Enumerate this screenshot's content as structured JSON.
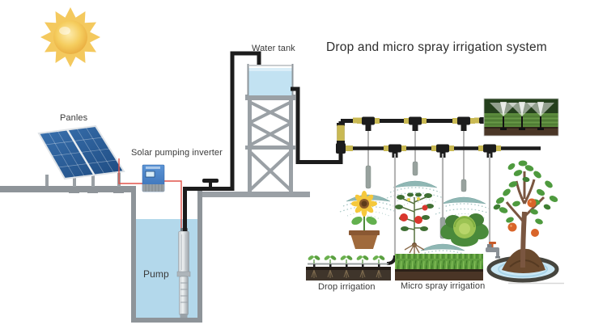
{
  "title": "Drop and micro spray irrigation system",
  "labels": {
    "panels": "Panles",
    "solar_pumping_inverter": "Solar pumping inverter",
    "water_tank": "Water tank",
    "pump": "Pump",
    "drop_irrigation": "Drop irrigation",
    "micro_spray_irrigation": "Micro spray irrigation"
  },
  "components": [
    "sun",
    "solar-panels",
    "solar-pumping-inverter",
    "water-tank",
    "tower",
    "well",
    "submersible-pump",
    "valve",
    "supply-pipes",
    "irrigation-manifold",
    "micro-sprinklers",
    "drip-line",
    "sunflower",
    "tomato-plant",
    "cabbage",
    "grass-bed",
    "fruit-tree",
    "pond",
    "faucet",
    "sprinkler-photo"
  ],
  "colors": {
    "background": "#ffffff",
    "pipe_black": "#1c1c1c",
    "connector_yellow": "#c9b953",
    "tank_water": "#c2e2f2",
    "well_water": "#b3d8eb",
    "panel_blue": "#2a5d9e",
    "structure_gray": "#9aa0a5",
    "spray_teal": "#8fb7b4",
    "wire_red": "#e0544a",
    "sun_gold": "#f0c04a",
    "soil_brown": "#3f352b",
    "grass_green": "#61a040",
    "title_text": "#2d2d2d",
    "label_text": "#3a3a3a"
  }
}
